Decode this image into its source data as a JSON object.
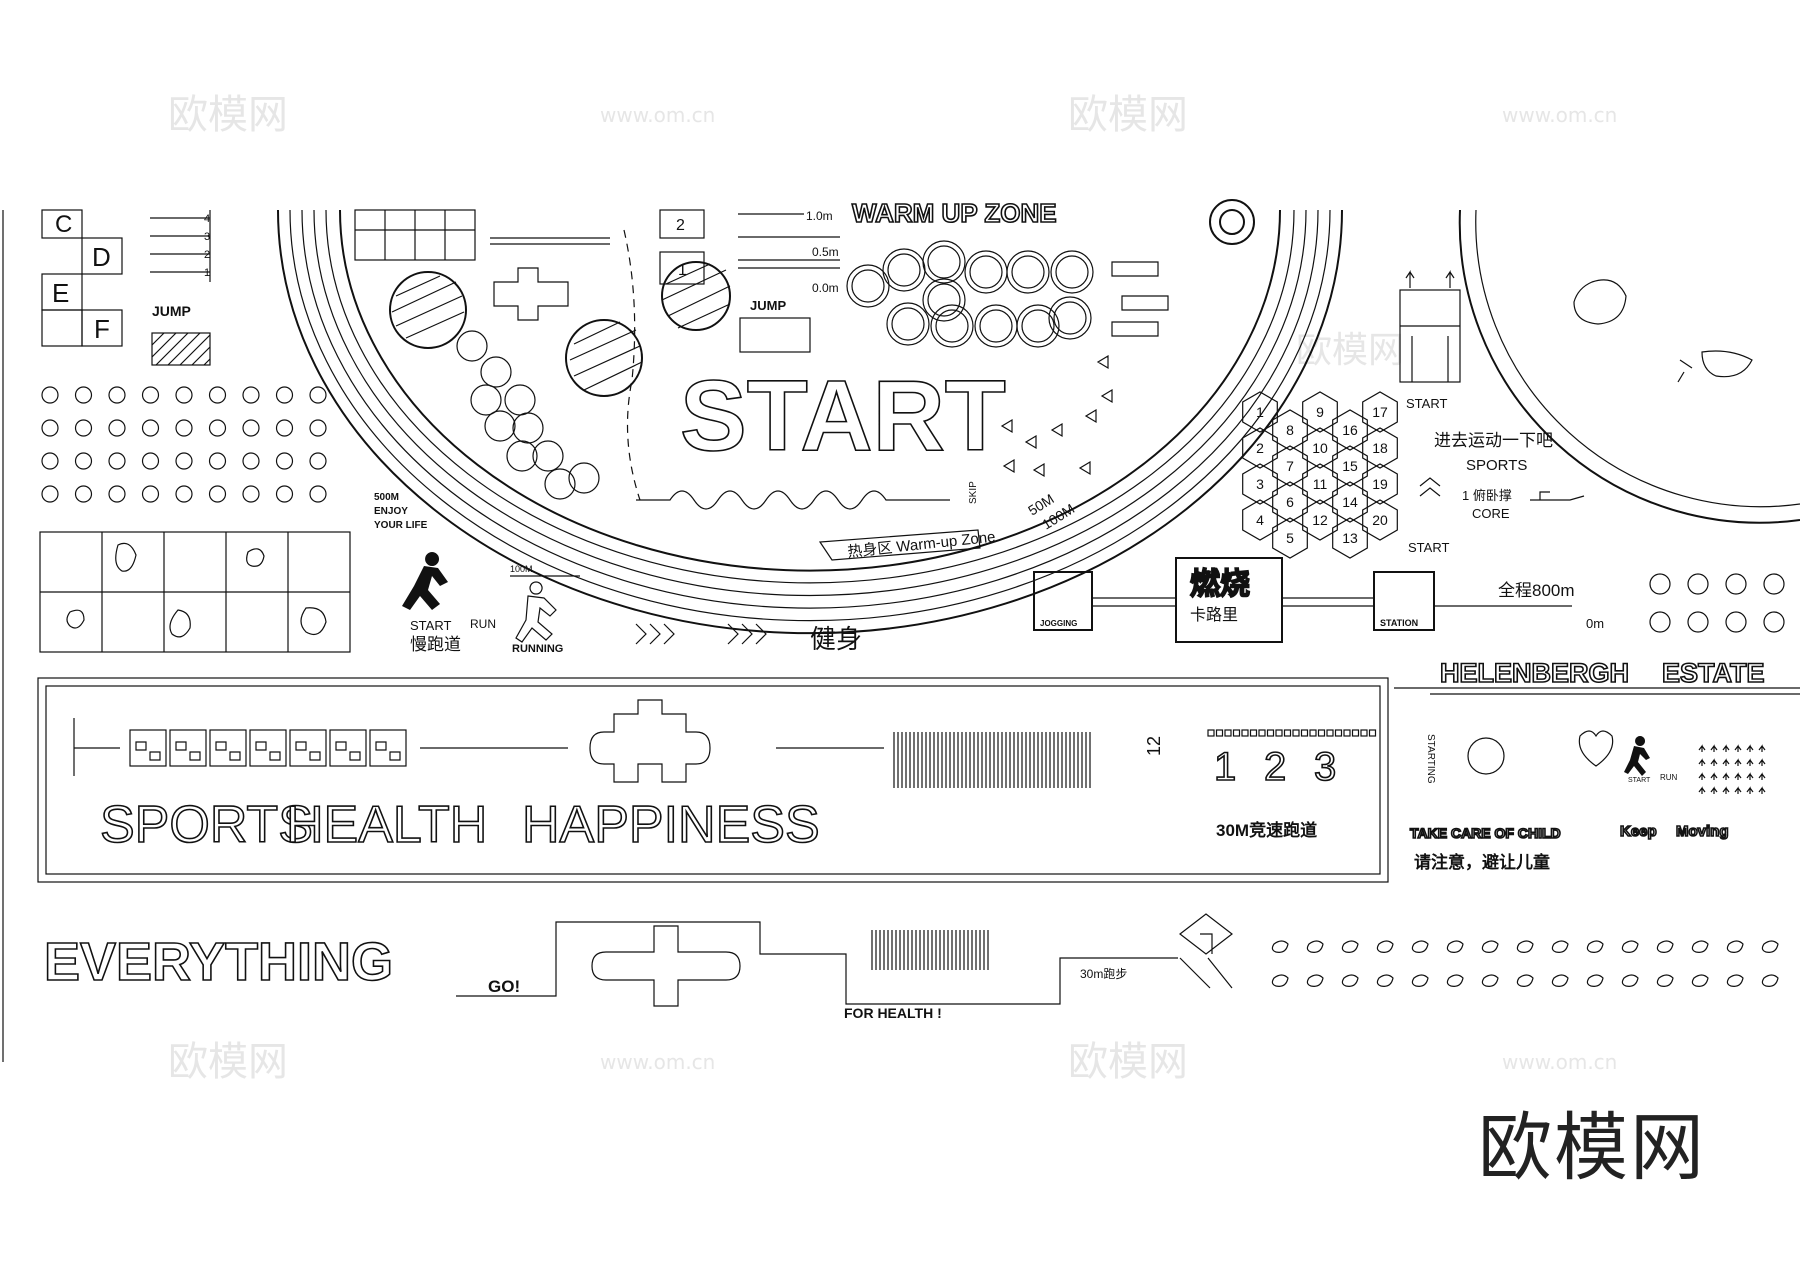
{
  "watermarks": {
    "cn": "欧模网",
    "url": "www.om.cn"
  },
  "brand_logo": "欧模网",
  "top_left": {
    "letters": [
      "C",
      "D",
      "E",
      "F"
    ],
    "ladder_numbers": [
      "4",
      "3",
      "2",
      "1"
    ],
    "jump_label": "JUMP"
  },
  "track": {
    "warmup_header": "WARM UP ZONE",
    "start": "START",
    "jump_label": "JUMP",
    "heights": [
      "1.0m",
      "0.5m",
      "0.0m"
    ],
    "lane_numbers": [
      "2",
      "1"
    ],
    "warmup_zone": "热身区 Warm-up Zone",
    "distances": [
      "50M",
      "100M"
    ],
    "skip_label": "SKIP"
  },
  "left_labels": {
    "dist_500": "500M",
    "enjoy": "ENJOY",
    "your_life": "YOUR LIFE",
    "start": "START",
    "run": "RUN",
    "jogging_cn": "慢跑道",
    "dist_100": "100M",
    "running": "RUNNING",
    "fitness_cn": "健身"
  },
  "hex": {
    "numbers": [
      "1",
      "9",
      "17",
      "2",
      "8",
      "10",
      "16",
      "18",
      "3",
      "7",
      "11",
      "15",
      "19",
      "4",
      "6",
      "12",
      "14",
      "20",
      "5",
      "13"
    ]
  },
  "right_panel": {
    "start_top": "START",
    "cn_line": "进去运动一下吧",
    "sports": "SPORTS",
    "pushup": "1 俯卧撑",
    "core": "CORE",
    "start_bottom": "START",
    "burn_cn": "燃烧",
    "calorie_cn": "卡路里",
    "jogging": "JOGGING",
    "station": "STATION",
    "full_800": "全程800m",
    "zero": "0m"
  },
  "estate": {
    "title_left": "HELENBERGH",
    "title_right": "ESTATE"
  },
  "main_band": {
    "sports": "SPORTS",
    "health": "HEALTH",
    "happiness": "HAPPINESS",
    "side_num": "12",
    "lane_numbers": [
      "1",
      "2",
      "3"
    ],
    "dash_30m": "30M竞速跑道"
  },
  "right_bottom": {
    "take_care": "TAKE CARE OF CHILD",
    "keep": "Keep",
    "moving": "Moving",
    "cn_notice": "请注意，避让儿童",
    "starting": "STARTING",
    "start_small": "START",
    "run_small": "RUN"
  },
  "bottom_row": {
    "everything": "EVERYTHING",
    "go": "GO!",
    "for_health": "FOR HEALTH !",
    "cn_small": "30m跑步"
  }
}
